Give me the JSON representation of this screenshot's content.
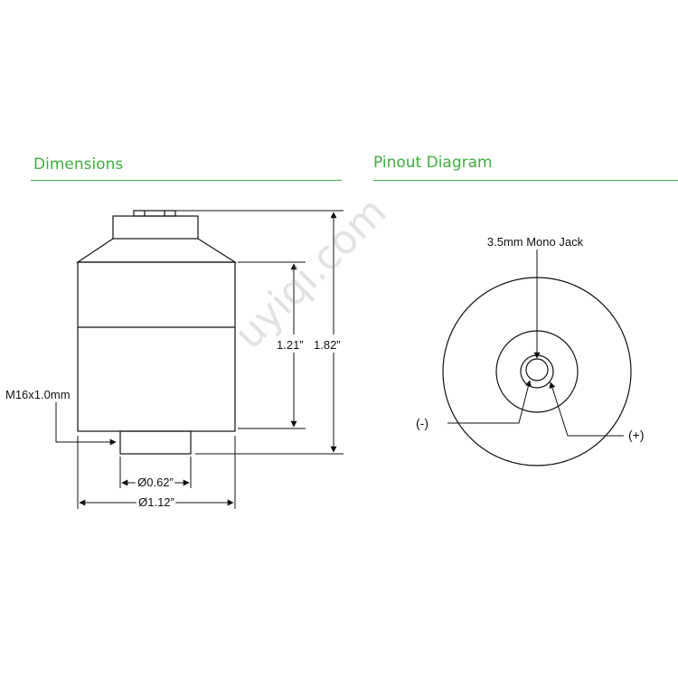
{
  "sections": {
    "dimensions_title": "Dimensions",
    "pinout_title": "Pinout Diagram"
  },
  "dimensions": {
    "thread_label": "M16x1.0mm",
    "height_mid": "1.21”",
    "height_total": "1.82”",
    "dia_small": "Ø0.62”",
    "dia_large": "Ø1.12”"
  },
  "pinout": {
    "jack_label": "3.5mm Mono Jack",
    "neg_label": "(-)",
    "pos_label": "(+)"
  },
  "watermark": "uyiqi.com",
  "colors": {
    "accent": "#3fae3f",
    "line": "#111111",
    "watermark": "#969696"
  }
}
